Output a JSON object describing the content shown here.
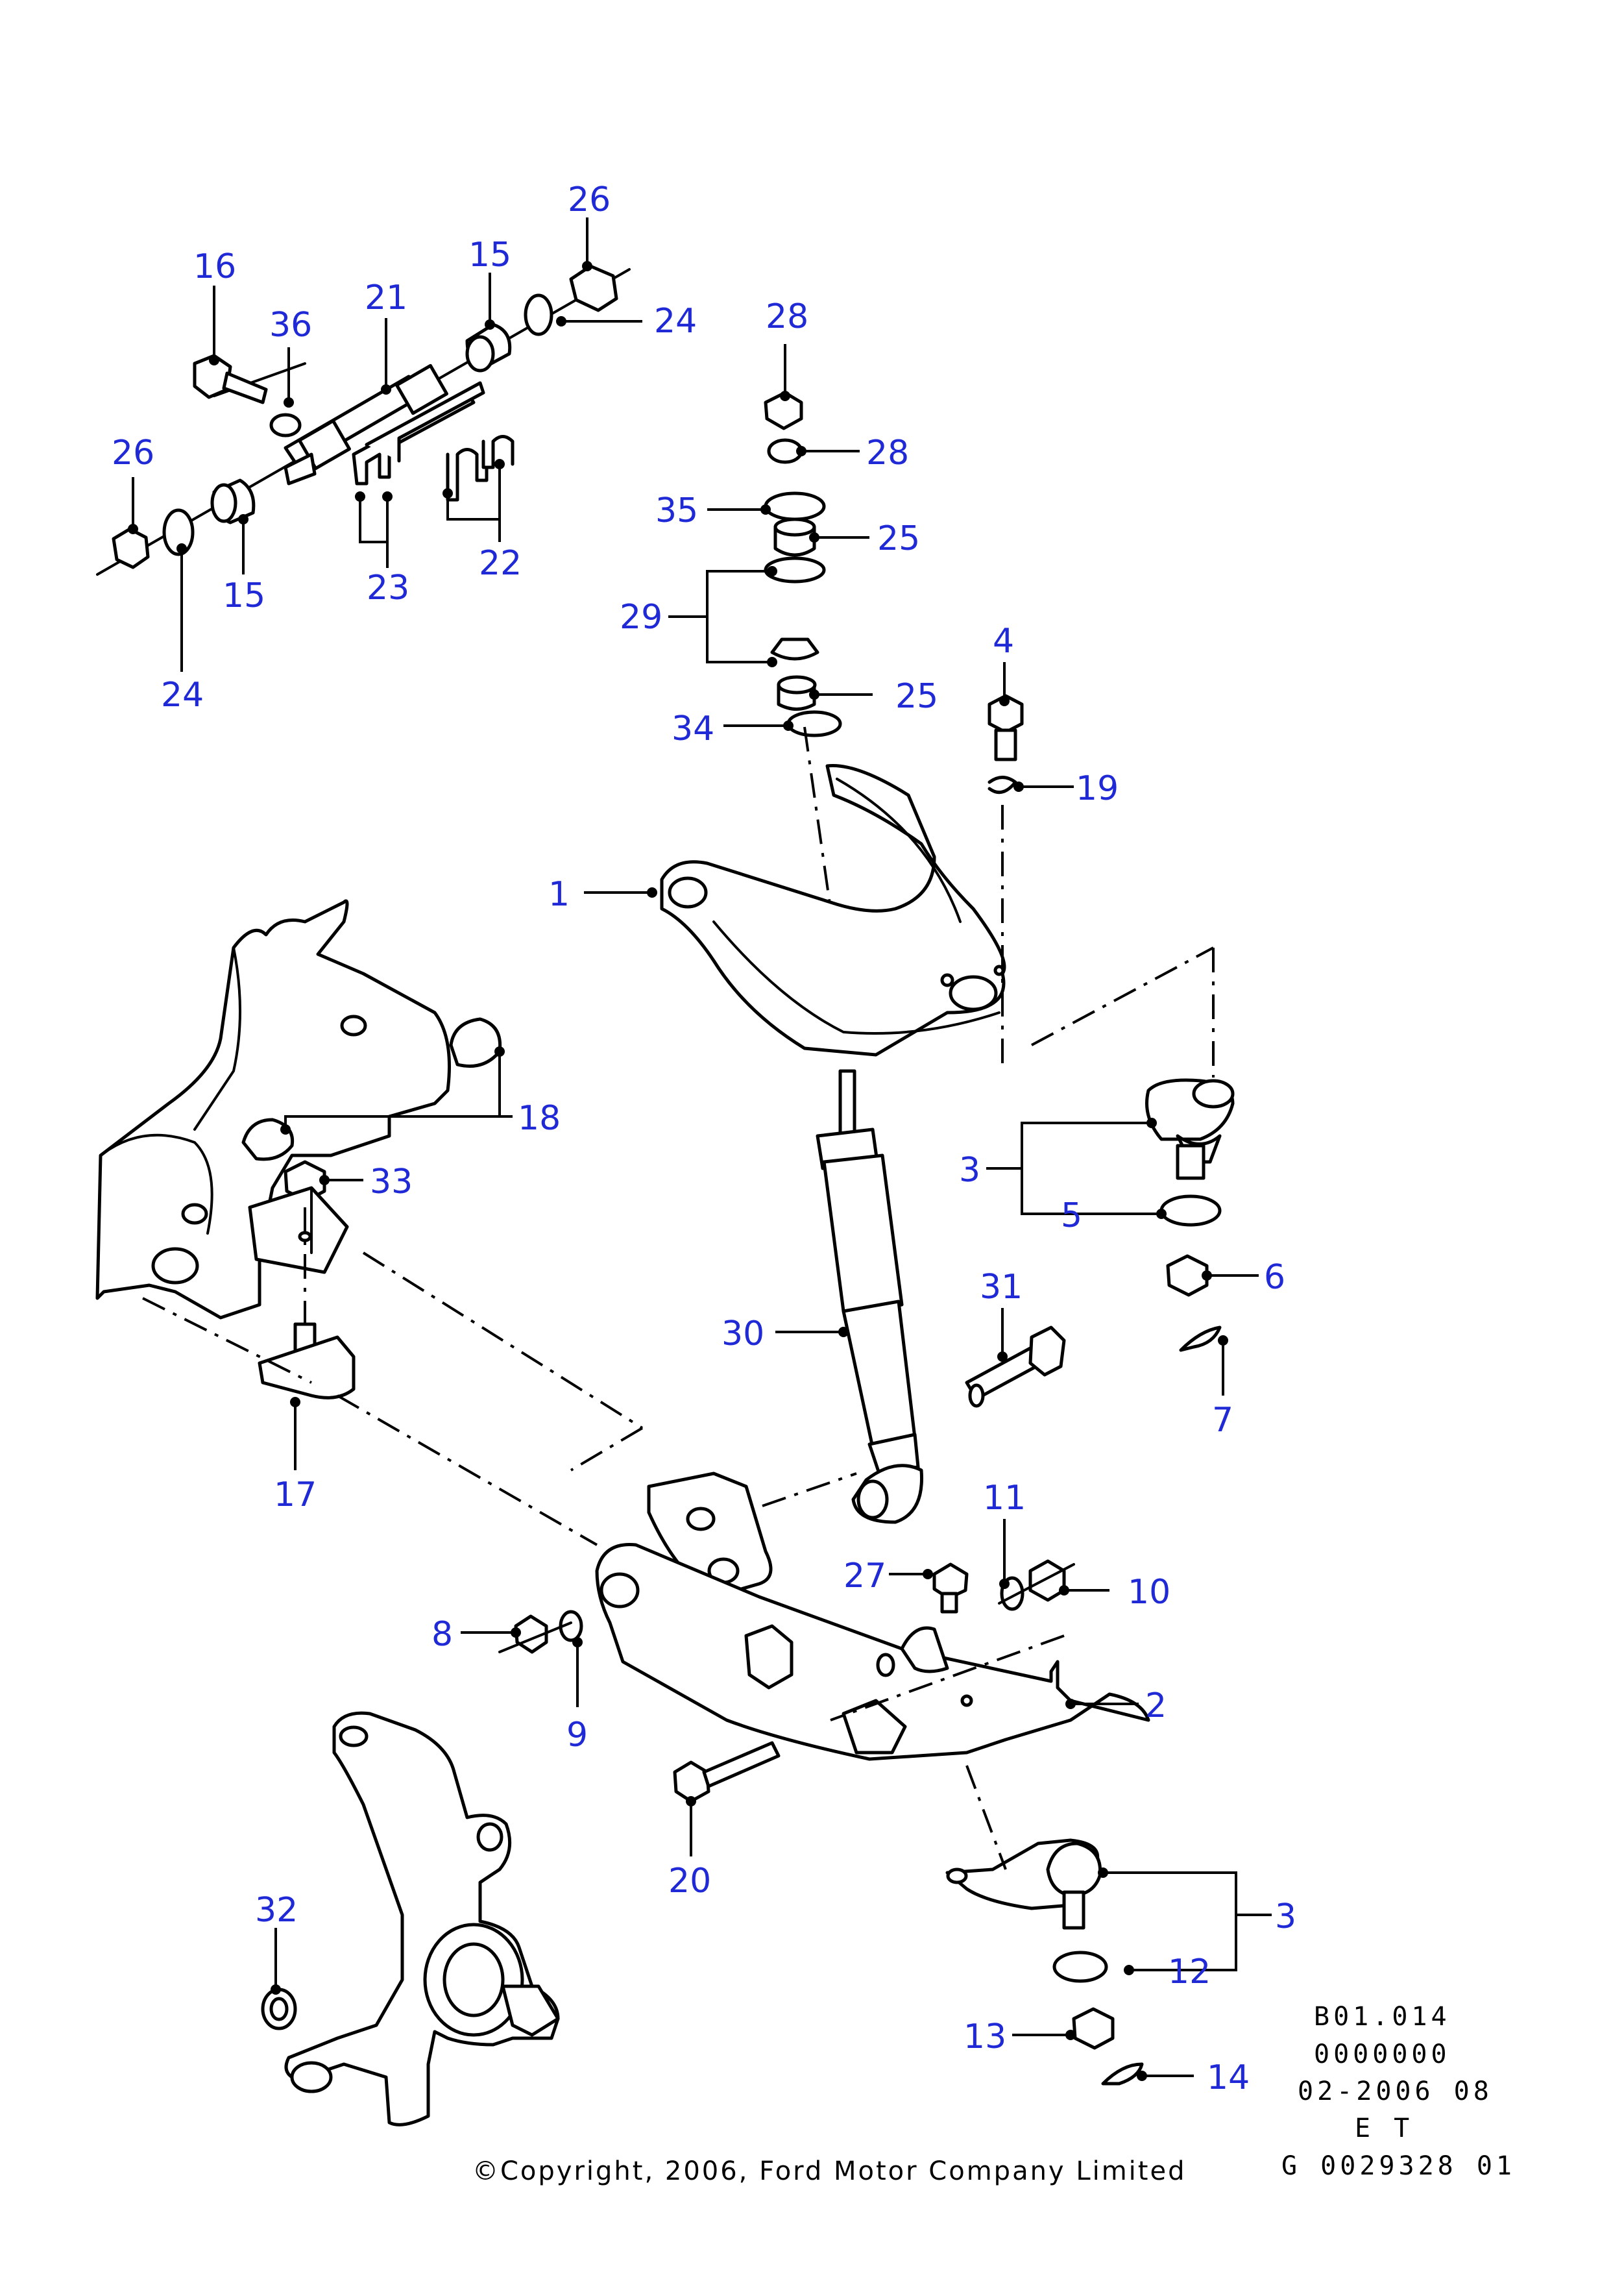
{
  "callouts": {
    "c1": "1",
    "c2": "2",
    "c3a": "3",
    "c3b": "3",
    "c4": "4",
    "c5": "5",
    "c6": "6",
    "c7": "7",
    "c8": "8",
    "c9": "9",
    "c10": "10",
    "c11": "11",
    "c12": "12",
    "c13": "13",
    "c14": "14",
    "c15a": "15",
    "c15b": "15",
    "c16": "16",
    "c17": "17",
    "c18": "18",
    "c19": "19",
    "c20": "20",
    "c21": "21",
    "c22": "22",
    "c23": "23",
    "c24a": "24",
    "c24b": "24",
    "c25a": "25",
    "c25b": "25",
    "c26a": "26",
    "c26b": "26",
    "c27": "27",
    "c28a": "28",
    "c28b": "28",
    "c29": "29",
    "c30": "30",
    "c31": "31",
    "c32": "32",
    "c33": "33",
    "c34": "34",
    "c35": "35",
    "c36": "36"
  },
  "reference_block": {
    "line1": "B01.014",
    "line2": "0000000",
    "line3": "02-2006 08",
    "line4": "E T",
    "line5": "G 0029328 01"
  },
  "copyright": "©Copyright, 2006, Ford Motor Company Limited",
  "colors": {
    "callout_text": "#1f2ad6",
    "line_art": "#000000",
    "background": "#ffffff"
  }
}
